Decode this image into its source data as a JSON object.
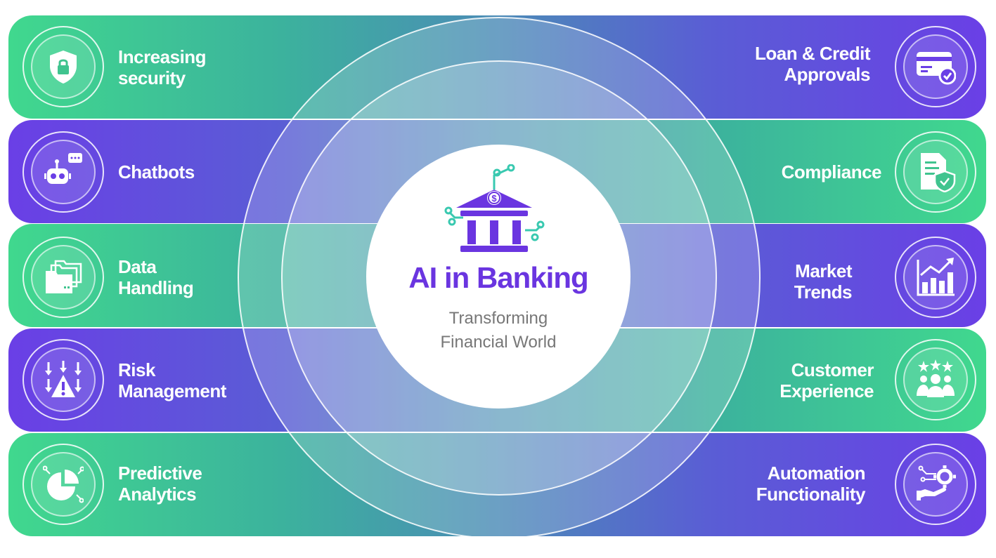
{
  "center": {
    "title": "AI in Banking",
    "subtitle_line1": "Transforming",
    "subtitle_line2": "Financial World"
  },
  "left_items": [
    {
      "line1": "Increasing",
      "line2": "security",
      "icon": "shield-lock-icon"
    },
    {
      "line1": "Chatbots",
      "line2": "",
      "icon": "robot-chat-icon"
    },
    {
      "line1": "Data",
      "line2": "Handling",
      "icon": "folders-icon"
    },
    {
      "line1": "Risk",
      "line2": "Management",
      "icon": "warning-arrows-icon"
    },
    {
      "line1": "Predictive",
      "line2": "Analytics",
      "icon": "pie-chart-icon"
    }
  ],
  "right_items": [
    {
      "line1": "Loan & Credit",
      "line2": "Approvals",
      "icon": "credit-card-check-icon"
    },
    {
      "line1": "Compliance",
      "line2": "",
      "icon": "document-shield-icon"
    },
    {
      "line1": "Market",
      "line2": "Trends",
      "icon": "bar-chart-trend-icon"
    },
    {
      "line1": "Customer",
      "line2": "Experience",
      "icon": "people-stars-icon"
    },
    {
      "line1": "Automation",
      "line2": "Functionality",
      "icon": "gear-hand-icon"
    }
  ],
  "colors": {
    "green": "#40d88e",
    "purple": "#6a3fe6",
    "title_purple": "#6a35e0"
  }
}
